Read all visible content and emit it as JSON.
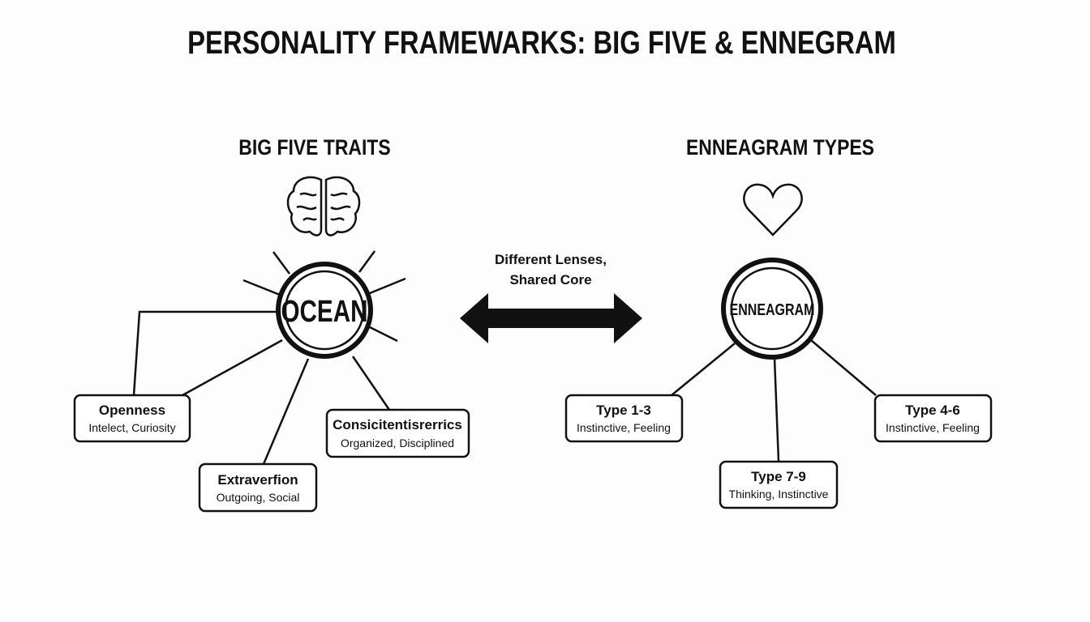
{
  "title": "PERSONALITY FRAMEWARKS: BIG FIVE & ENNEGRAM",
  "left": {
    "heading": "BIG FIVE TRAITS",
    "icon": "brain-icon",
    "center_label": "OCEAN",
    "traits": [
      {
        "name": "Openness",
        "desc": "Intelect, Curiosity"
      },
      {
        "name": "Consicitentisrerrics",
        "desc": "Organized, Disciplined"
      },
      {
        "name": "Extraverfion",
        "desc": "Outgoing, Social"
      }
    ]
  },
  "middle": {
    "line1": "Different Lenses,",
    "line2": "Shared Core",
    "icon": "double-arrow-icon"
  },
  "right": {
    "heading": "ENNEAGRAM TYPES",
    "icon": "heart-icon",
    "center_label": "ENNEAGRAM",
    "types": [
      {
        "name": "Type 1-3",
        "desc": "Instinctive, Feeling"
      },
      {
        "name": "Type 4-6",
        "desc": "Instinctive, Feeling"
      },
      {
        "name": "Type 7-9",
        "desc": "Thinking, Instinctive"
      }
    ]
  }
}
